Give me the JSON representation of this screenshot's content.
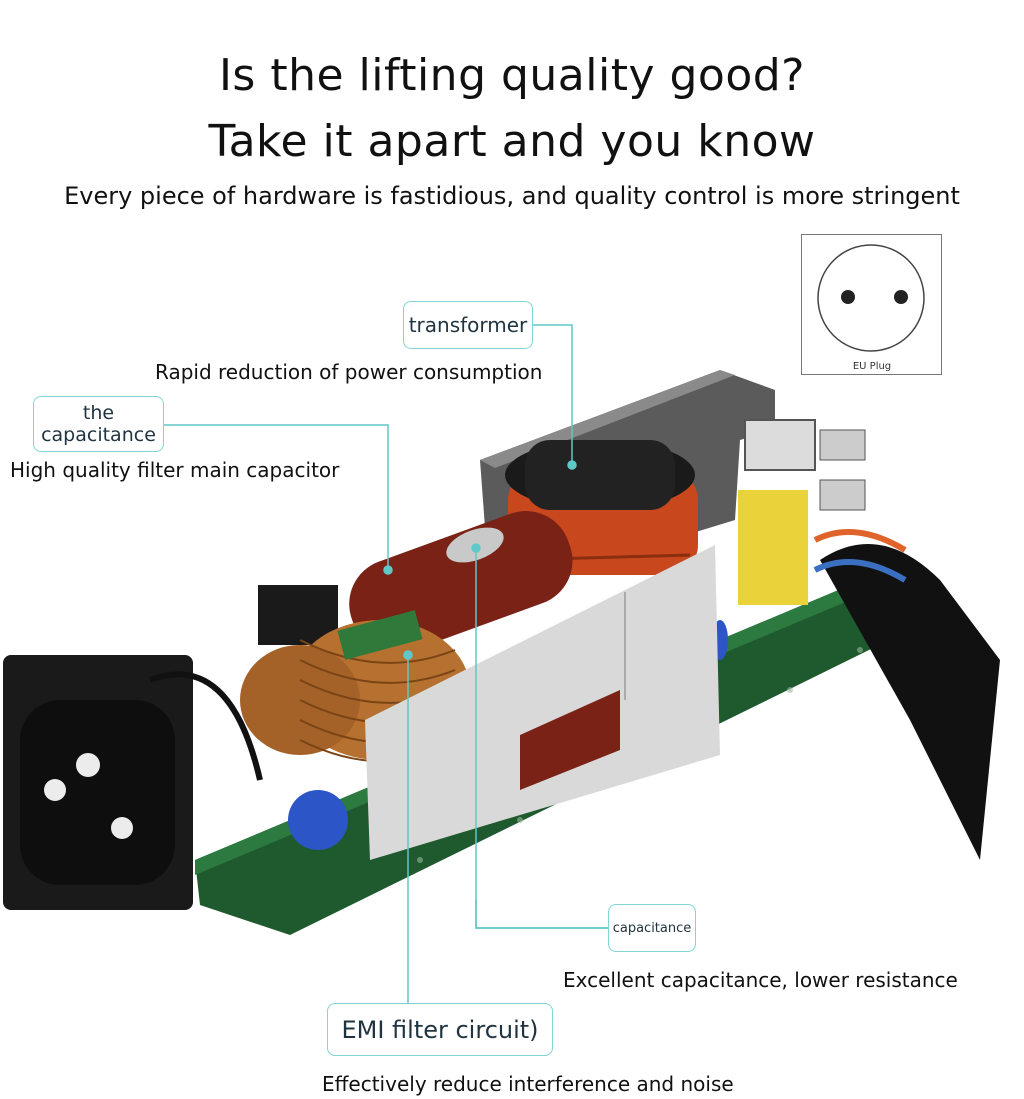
{
  "headline": {
    "line1": "Is the lifting quality good?",
    "line2": "Take it apart and you know",
    "subline": "Every piece of hardware is fastidious, and quality control is more stringent"
  },
  "eu_plug": {
    "label": "EU Plug",
    "icon": "eu-plug-icon"
  },
  "callouts": {
    "transformer": {
      "label": "transformer",
      "description": "Rapid reduction of power consumption"
    },
    "capacitance_main": {
      "label": "the capacitance",
      "description": "High quality filter main capacitor"
    },
    "capacitance_small": {
      "label": "capacitance",
      "description": "Excellent capacitance, lower resistance"
    },
    "emi": {
      "label": "EMI filter circuit)",
      "description": "Effectively reduce interference and noise"
    }
  },
  "colors": {
    "callout_border": "#7fd6d6",
    "leader_line": "#5fc8c8",
    "pcb_green": "#1f5a2f",
    "transformer_orange": "#c8471d",
    "capacitor_red": "#7a2216",
    "yellow_part": "#e9d23a",
    "blue_cap": "#2c55c8"
  }
}
